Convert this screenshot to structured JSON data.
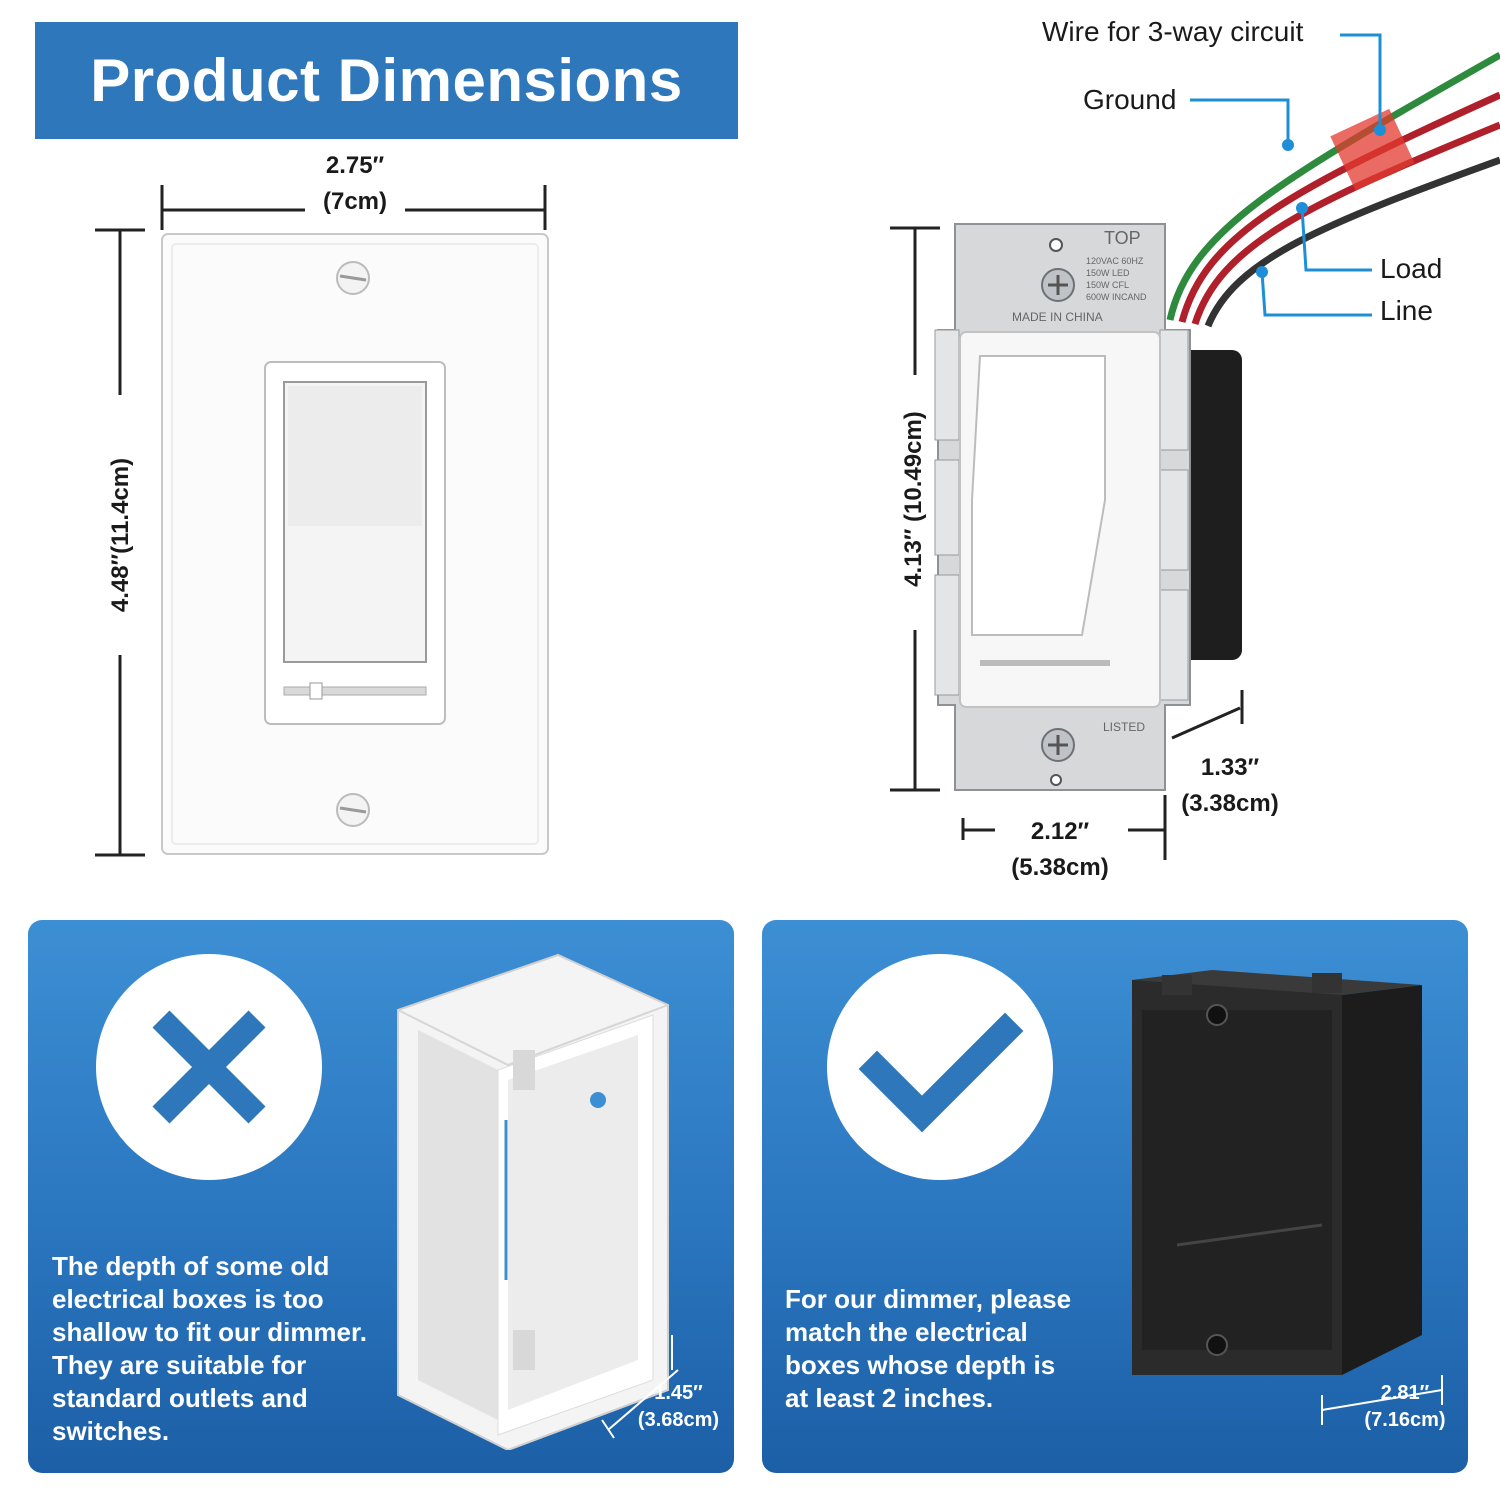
{
  "title": "Product Dimensions",
  "left_plate": {
    "width_in": "2.75″",
    "width_cm": "(7cm)",
    "height": "4.48″(11.4cm)"
  },
  "right_switch": {
    "height": "4.13″ (10.49cm)",
    "width_in": "2.12″",
    "width_cm": "(5.38cm)",
    "depth_in": "1.33″",
    "depth_cm": "(3.38cm)",
    "strap_text": {
      "top": "TOP",
      "ratings": [
        "120VAC 60HZ",
        "150W  LED",
        "150W  CFL",
        "600W  INCAND"
      ],
      "made_in": "MADE IN CHINA",
      "listed": "LISTED"
    }
  },
  "wires": {
    "three_way": "Wire for 3-way circuit",
    "ground": "Ground",
    "load": "Load",
    "line": "Line"
  },
  "panel_bad": {
    "text": [
      "The depth of some old",
      "electrical boxes is too",
      "shallow to fit our dimmer.",
      "They are suitable for",
      "standard outlets and",
      "switches."
    ],
    "depth_in": "1.45″",
    "depth_cm": "(3.68cm)",
    "icon": "x-mark-icon"
  },
  "panel_good": {
    "text": [
      "For our dimmer, please",
      "match the electrical",
      "boxes whose depth is",
      "at least 2 inches."
    ],
    "depth_in": "2.81″",
    "depth_cm": "(7.16cm)",
    "icon": "checkmark-icon"
  },
  "colors": {
    "brand_blue": "#2f77bb",
    "callout_blue": "#1e8fd6",
    "wire_green": "#2e8b3e",
    "wire_red": "#b0202a",
    "wire_black": "#333333"
  }
}
